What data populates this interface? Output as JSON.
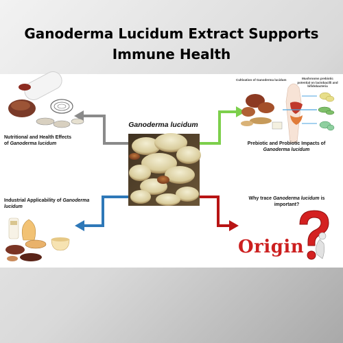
{
  "title": "Ganoderma Lucidum Extract Supports Immune Health",
  "diagram": {
    "center_label": "Ganoderma lucidum",
    "nutritional": {
      "line1": "Nutritional and Health Effects",
      "line2_prefix": "of ",
      "line2_italic": "Ganoderma lucidum"
    },
    "industrial": {
      "line1_prefix": "Industrial Applicability of ",
      "line1_italic": "Ganoderma",
      "line2_italic": "lucidum"
    },
    "prebiotic": {
      "line1": "Prebiotic and Probiotic Impacts of",
      "line2_italic": "Ganoderma lucidum"
    },
    "trace": {
      "line1_prefix": "Why trace ",
      "line1_italic": "Ganoderma lucidum",
      "line1_suffix": " is",
      "line2": "important?"
    },
    "cultivation": "Cultivation of Ganoderma lucidum",
    "mushrooms_note": [
      "Mushrooms prebiotic",
      "potential on lactobacilli and",
      "bifidobacteria"
    ],
    "origin_word": "Origin",
    "colors": {
      "gray_arrow": "#8a8a8a",
      "green_arrow": "#7ccf4b",
      "blue_arrow": "#2e78b8",
      "red_arrow": "#b81414",
      "origin_red": "#cc1f1f"
    }
  }
}
